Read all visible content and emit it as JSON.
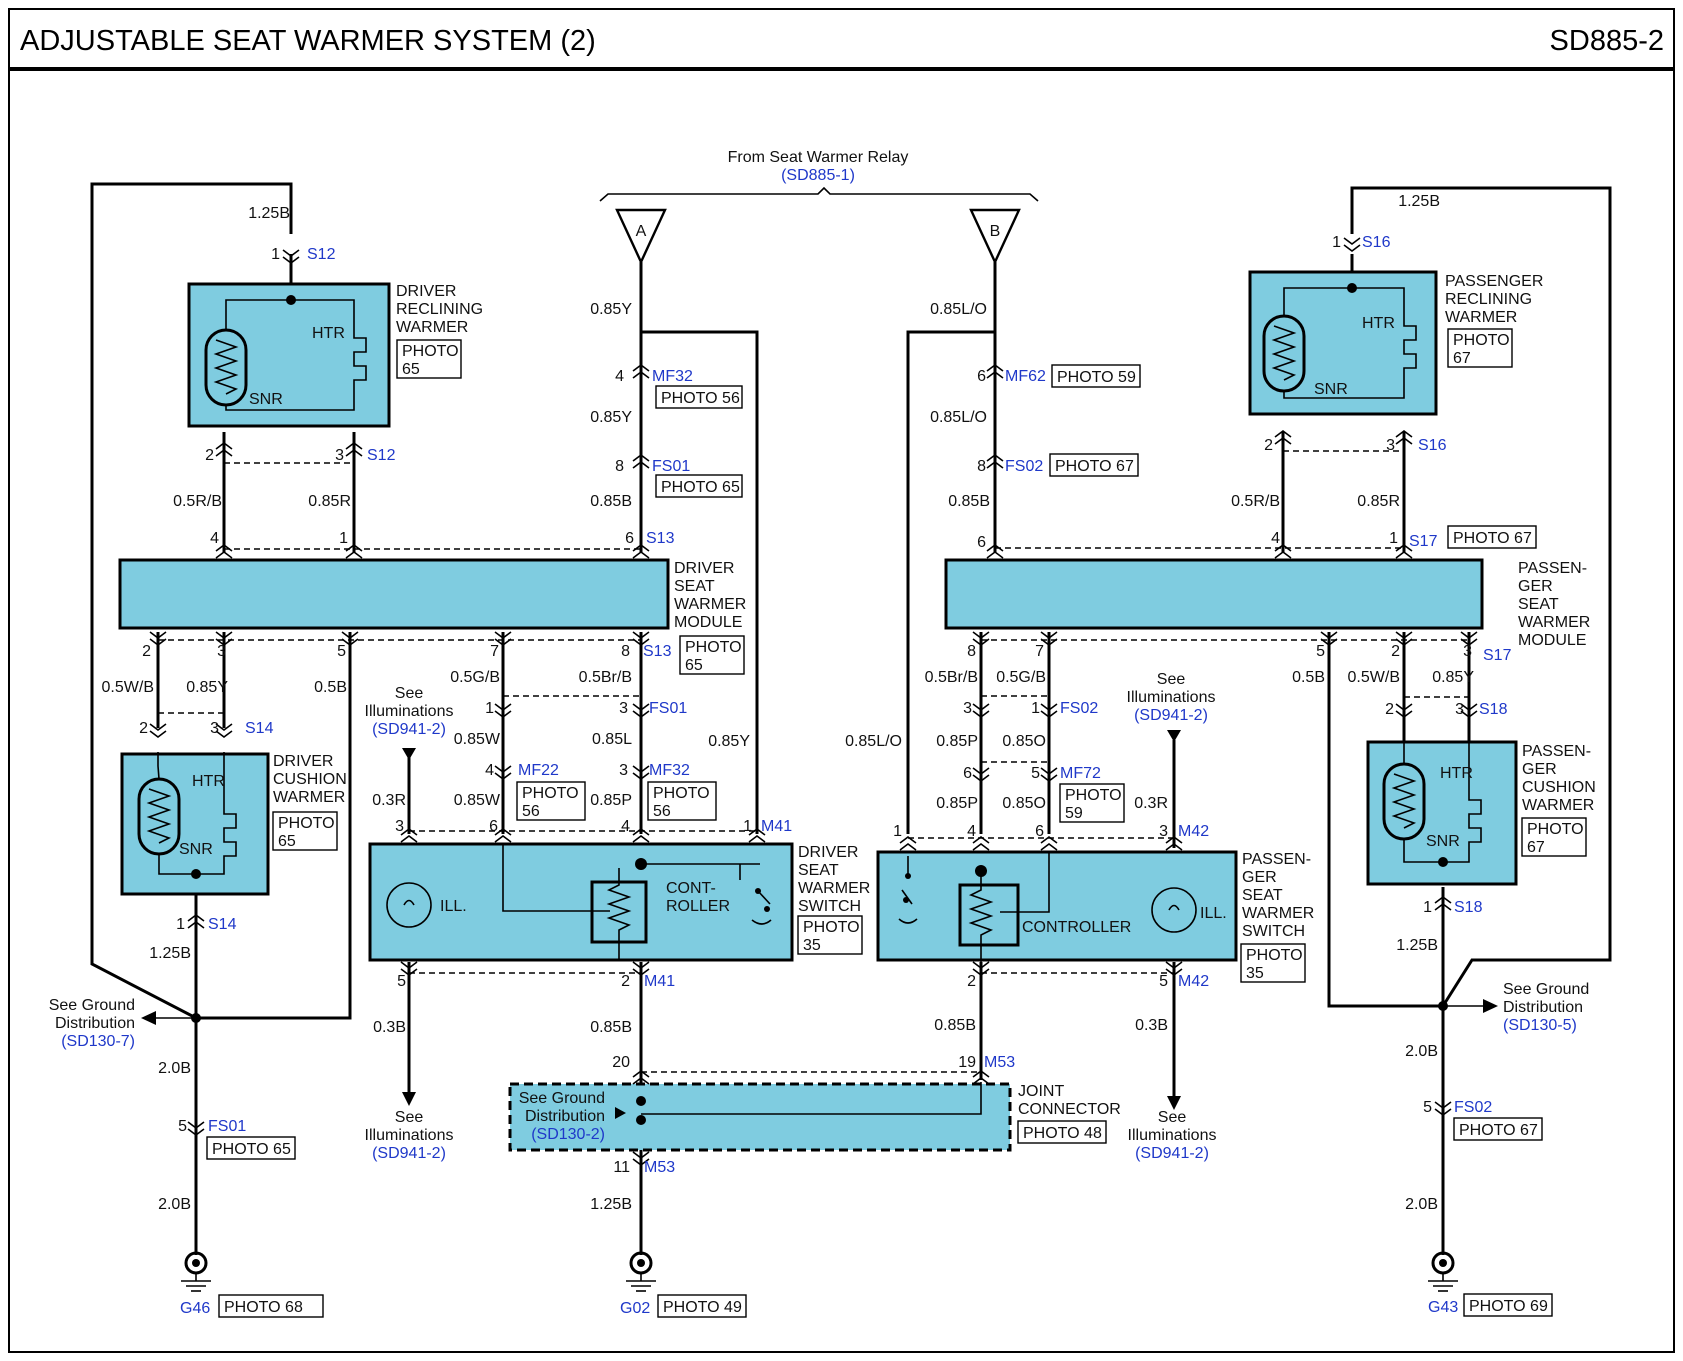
{
  "header": {
    "title": "ADJUSTABLE SEAT WARMER SYSTEM (2)",
    "code": "SD885-2"
  },
  "relay": {
    "label": "From Seat Warmer Relay",
    "ref": "(SD885-1)",
    "flag_a": "A",
    "flag_b": "B"
  },
  "components": {
    "driver_reclining": [
      "DRIVER",
      "RECLINING",
      "WARMER"
    ],
    "driver_module": [
      "DRIVER",
      "SEAT",
      "WARMER",
      "MODULE"
    ],
    "driver_cushion": [
      "DRIVER",
      "CUSHION",
      "WARMER"
    ],
    "driver_switch": [
      "DRIVER",
      "SEAT",
      "WARMER",
      "SWITCH"
    ],
    "pass_reclining": [
      "PASSENGER",
      "RECLINING",
      "WARMER"
    ],
    "pass_module": [
      "PASSEN-",
      "GER",
      "SEAT",
      "WARMER",
      "MODULE"
    ],
    "pass_cushion": [
      "PASSEN-",
      "GER",
      "CUSHION",
      "WARMER"
    ],
    "pass_switch": [
      "PASSEN-",
      "GER",
      "SEAT",
      "WARMER",
      "SWITCH"
    ],
    "joint": [
      "JOINT",
      "CONNECTOR"
    ],
    "htr": "HTR",
    "snr": "SNR",
    "ill": "ILL.",
    "controller_split": [
      "CONT-",
      "ROLLER"
    ],
    "controller": "CONTROLLER"
  },
  "photos": {
    "p65": "PHOTO 65",
    "p56": "PHOTO 56",
    "p59": "PHOTO 59",
    "p67": "PHOTO 67",
    "p48": "PHOTO 48",
    "p68": "PHOTO 68",
    "p49": "PHOTO 49",
    "p69": "PHOTO 69",
    "photo": "PHOTO",
    "n65": "65",
    "n56": "56",
    "n59": "59",
    "n67": "67",
    "n35": "35"
  },
  "wires": {
    "w125b": "1.25B",
    "w085y": "0.85Y",
    "w085lo": "0.85L/O",
    "w05rb": "0.5R/B",
    "w085r": "0.85R",
    "w085b": "0.85B",
    "w05wb": "0.5W/B",
    "w05b": "0.5B",
    "w05gb": "0.5G/B",
    "w05brb": "0.5Br/B",
    "w085w": "0.85W",
    "w085l": "0.85L",
    "w085p": "0.85P",
    "w085o": "0.85O",
    "w03r": "0.3R",
    "w03b": "0.3B",
    "w20b": "2.0B"
  },
  "connectors": {
    "S12": "S12",
    "S13": "S13",
    "S14": "S14",
    "S16": "S16",
    "S17": "S17",
    "S18": "S18",
    "MF32": "MF32",
    "MF62": "MF62",
    "MF22": "MF22",
    "MF72": "MF72",
    "FS01": "FS01",
    "FS02": "FS02",
    "M41": "M41",
    "M42": "M42",
    "M53": "M53",
    "G46": "G46",
    "G02": "G02",
    "G43": "G43"
  },
  "pins": {
    "p1": "1",
    "p2": "2",
    "p3": "3",
    "p4": "4",
    "p5": "5",
    "p6": "6",
    "p7": "7",
    "p8": "8",
    "p11": "11",
    "p19": "19",
    "p20": "20"
  },
  "refs": {
    "see": "See",
    "illuminations": "Illuminations",
    "sd941": "(SD941-2)",
    "ground1": "See Ground",
    "ground2": "Distribution",
    "sd130_7": "(SD130-7)",
    "sd130_5": "(SD130-5)",
    "sd130_2": "(SD130-2)"
  }
}
